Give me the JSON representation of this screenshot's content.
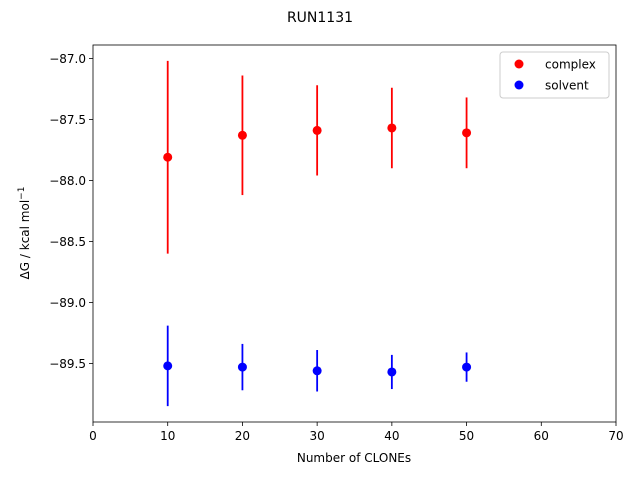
{
  "chart_data": {
    "type": "scatter",
    "title": "RUN1131",
    "xlabel": "Number of CLONEs",
    "ylabel": "ΔG / kcal mol",
    "ylabel_superscript": "−1",
    "xlim": [
      0,
      70
    ],
    "ylim": [
      -89.98,
      -86.89
    ],
    "x_ticks": [
      0,
      10,
      20,
      30,
      40,
      50,
      60,
      70
    ],
    "x_tick_labels": [
      "0",
      "10",
      "20",
      "30",
      "40",
      "50",
      "60",
      "70"
    ],
    "y_ticks": [
      -87.0,
      -87.5,
      -88.0,
      -88.5,
      -89.0,
      -89.5
    ],
    "y_tick_labels": [
      "−87.0",
      "−87.5",
      "−88.0",
      "−88.5",
      "−89.0",
      "−89.5"
    ],
    "grid": false,
    "legend_position": "top-right",
    "series": [
      {
        "name": "complex",
        "color": "#ff0000",
        "x": [
          10,
          20,
          30,
          40,
          50
        ],
        "y": [
          -87.81,
          -87.63,
          -87.59,
          -87.57,
          -87.61
        ],
        "yerr": [
          0.79,
          0.49,
          0.37,
          0.33,
          0.29
        ]
      },
      {
        "name": "solvent",
        "color": "#0000ff",
        "x": [
          10,
          20,
          30,
          40,
          50
        ],
        "y": [
          -89.52,
          -89.53,
          -89.56,
          -89.57,
          -89.53
        ],
        "yerr": [
          0.33,
          0.19,
          0.17,
          0.14,
          0.12
        ]
      }
    ]
  }
}
